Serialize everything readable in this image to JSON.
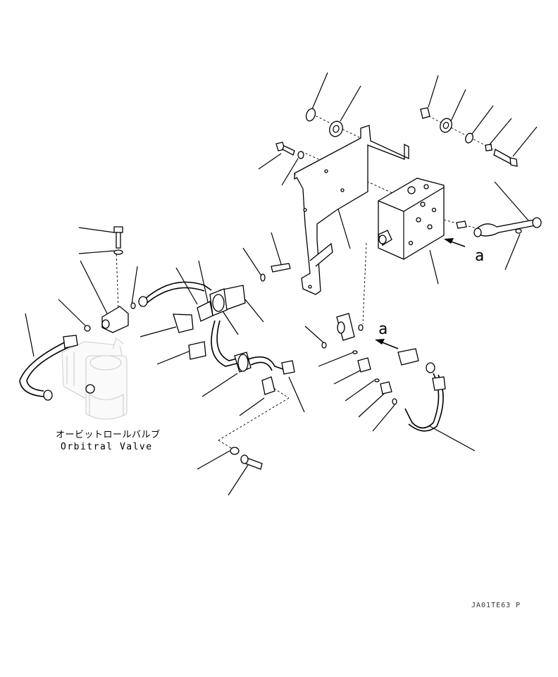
{
  "labels": {
    "valve_jp": "オービットロールバルブ",
    "valve_en": "Orbitral Valve",
    "view_mark_1": "a",
    "view_mark_2": "a",
    "drawing_code": "JA01TE63 P"
  }
}
